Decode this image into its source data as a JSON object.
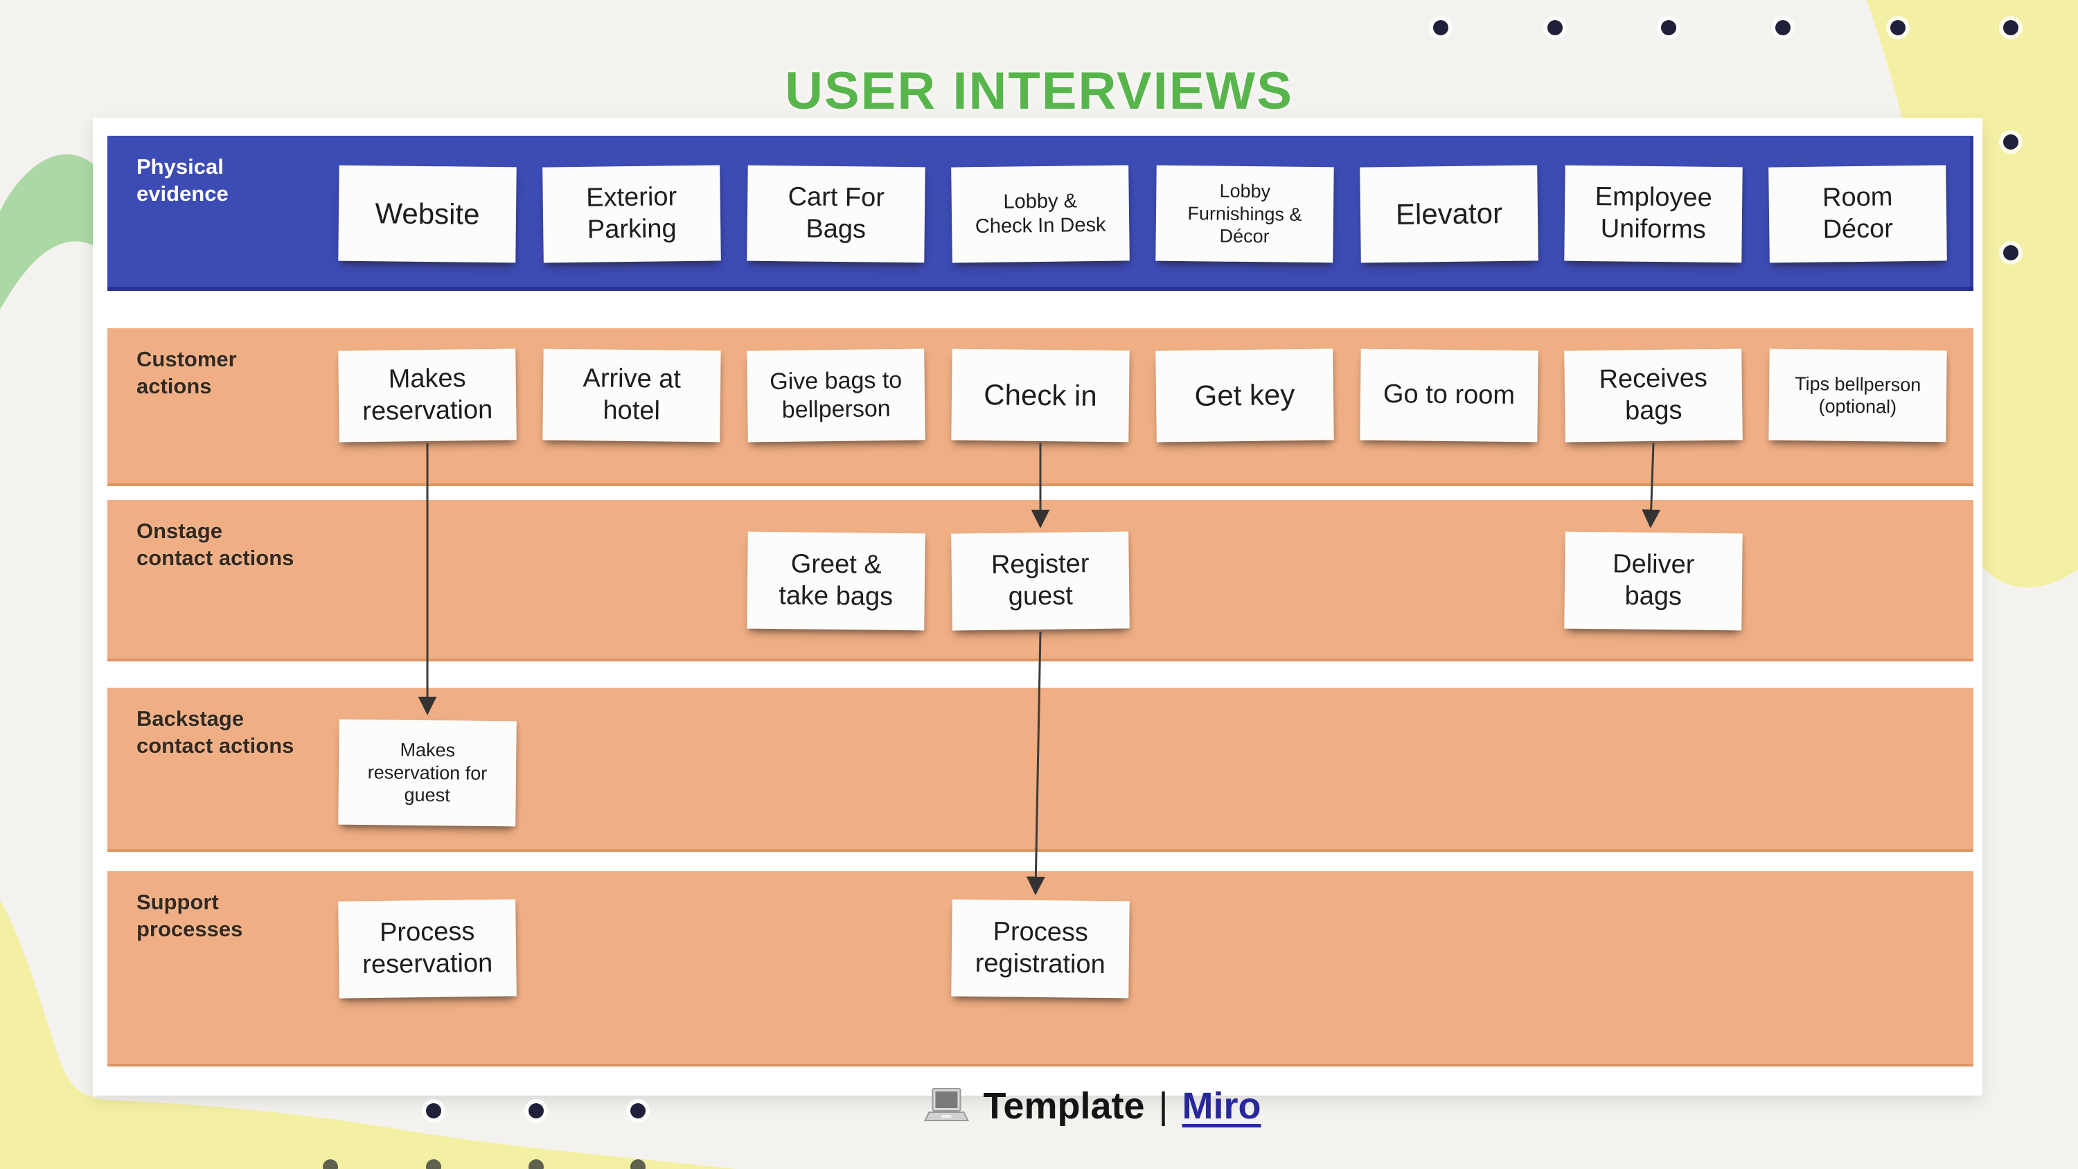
{
  "title": "USER INTERVIEWS",
  "lanes": [
    {
      "label": "Physical\nevidence",
      "notes": [
        "Website",
        "Exterior\nParking",
        "Cart For\nBags",
        "Lobby &\nCheck In Desk",
        "Lobby\nFurnishings &\nDécor",
        "Elevator",
        "Employee\nUniforms",
        "Room\nDécor"
      ]
    },
    {
      "label": "Customer\nactions",
      "notes": [
        "Makes\nreservation",
        "Arrive at\nhotel",
        "Give bags to\nbellperson",
        "Check in",
        "Get key",
        "Go to room",
        "Receives\nbags",
        "Tips bellperson\n(optional)"
      ]
    },
    {
      "label": "Onstage\ncontact actions",
      "notes": [
        "Greet &\ntake bags",
        "Register\nguest",
        "Deliver\nbags"
      ]
    },
    {
      "label": "Backstage\ncontact actions",
      "notes": [
        "Makes\nreservation for\nguest"
      ]
    },
    {
      "label": "Support\nprocesses",
      "notes": [
        "Process\nreservation",
        "Process\nregistration"
      ]
    }
  ],
  "footer": {
    "template_label": "Template",
    "separator": "|",
    "link_label": "Miro"
  },
  "colors": {
    "lane_blue": "#3d4bb5",
    "lane_orange": "#efae84",
    "title_green": "#57b54c",
    "blob_yellow": "#f3efa3",
    "blob_green": "#abd8a4",
    "link_navy": "#28289b",
    "dot": "#20203a",
    "background": "#f4f2ef",
    "note_white": "#fcfcfb"
  }
}
